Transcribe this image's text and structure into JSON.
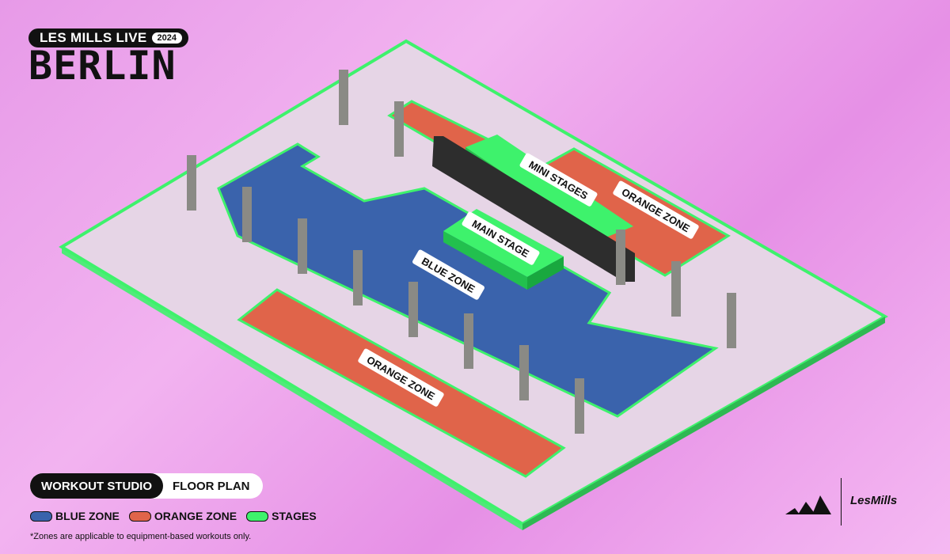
{
  "event": {
    "name": "LES MILLS LIVE",
    "year": "2024",
    "city": "BERLIN"
  },
  "title": {
    "tab_primary": "WORKOUT STUDIO",
    "tab_secondary": "FLOOR PLAN"
  },
  "legend": [
    {
      "label": "BLUE ZONE",
      "color": "#3a63ac"
    },
    {
      "label": "ORANGE ZONE",
      "color": "#e0644a"
    },
    {
      "label": "STAGES",
      "color": "#3ef26c"
    }
  ],
  "zones": {
    "mini_stages": "MINI STAGES",
    "main_stage": "MAIN STAGE",
    "blue_zone": "BLUE ZONE",
    "orange_zone_back": "ORANGE ZONE",
    "orange_zone_front": "ORANGE ZONE"
  },
  "footnote": "*Zones are applicable to equipment-based workouts only.",
  "brand": {
    "name": "LesMills",
    "partner_icon": "adidas-logo-icon"
  },
  "colors": {
    "blue": "#3a63ac",
    "orange": "#e0644a",
    "green": "#3ef26c",
    "floor": "#e6d4e6",
    "pillar": "#8a8a85"
  }
}
